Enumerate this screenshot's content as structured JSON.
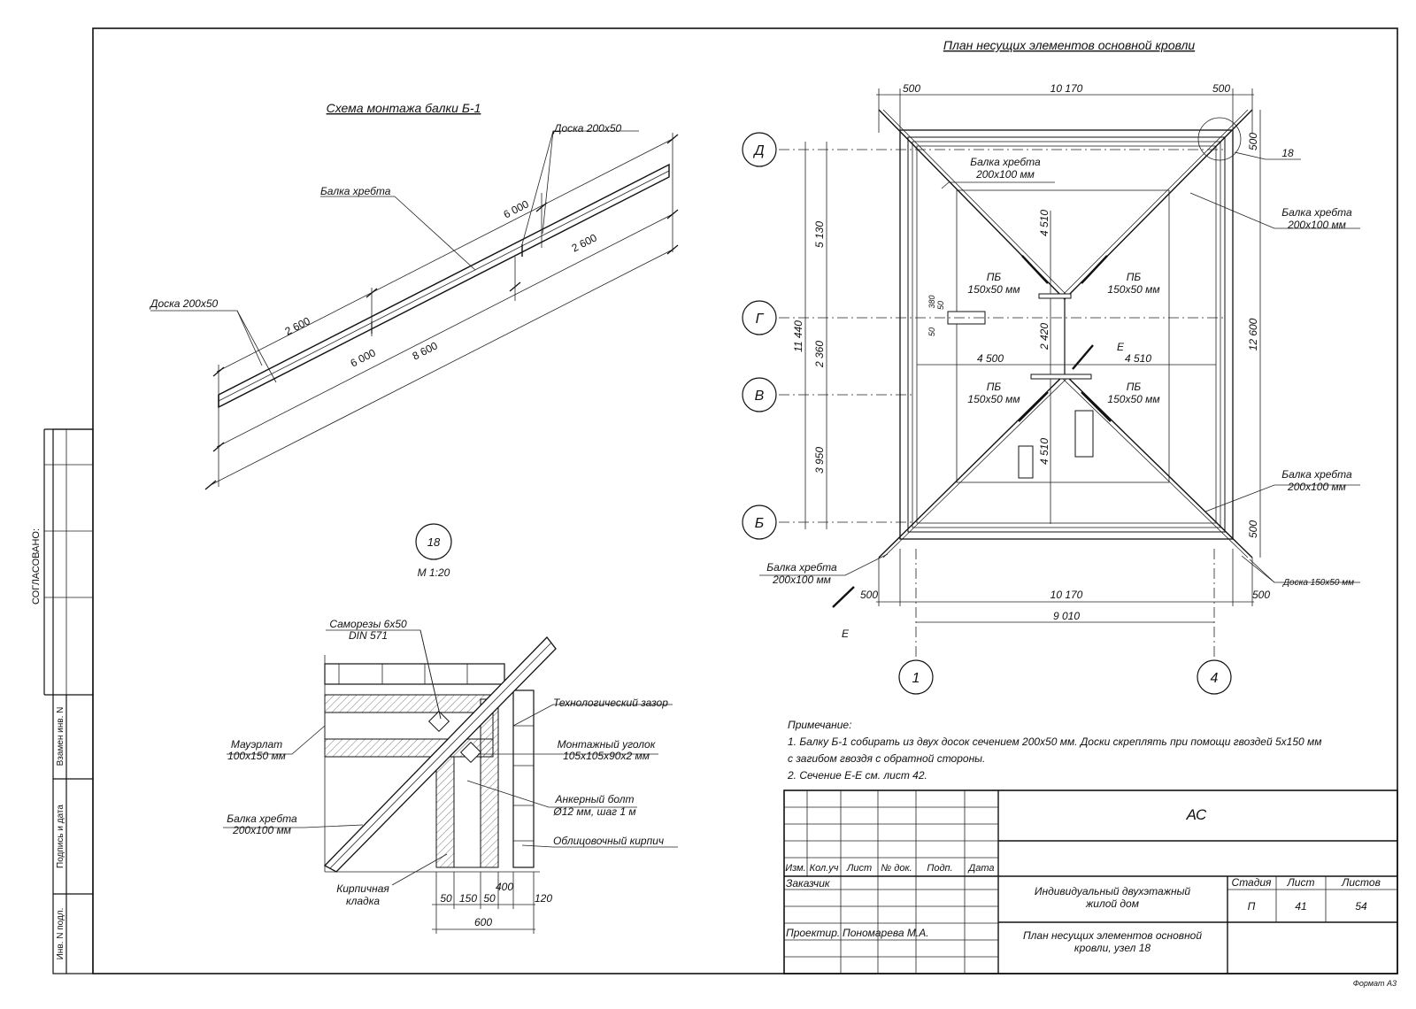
{
  "sidebar": {
    "agreed": "СОГЛАСОВАНО:",
    "replace_inv": "Взамен инв. N",
    "sign_date": "Подпись и дата",
    "inv_orig": "Инв. N подл."
  },
  "schema": {
    "title": "Схема монтажа балки Б-1",
    "board_top": "Доска 200х50",
    "board_left": "Доска 200х50",
    "ridge_beam": "Балка хребта",
    "dims": [
      "6 000",
      "2 600",
      "2 600",
      "6 000",
      "8 600"
    ]
  },
  "node": {
    "number": "18",
    "scale": "М 1:20",
    "screws_1": "Саморезы 6х50",
    "screws_2": "DIN 571",
    "gap": "Технологический зазор",
    "angle_1": "Монтажный уголок",
    "angle_2": "105х105х90х2 мм",
    "mauerlat_1": "Мауэрлат",
    "mauerlat_2": "100х150 мм",
    "anchor_1": "Анкерный болт",
    "anchor_2": "Ø12 мм, шаг 1 м",
    "beam_1": "Балка хребта",
    "beam_2": "200х100 мм",
    "facing": "Облицовочный кирпич",
    "masonry_1": "Кирпичная",
    "masonry_2": "кладка",
    "dims": [
      "50",
      "150",
      "50",
      "400",
      "120",
      "600"
    ]
  },
  "plan": {
    "title": "План несущих элементов основной кровли",
    "axes_rows": [
      "Д",
      "Г",
      "В",
      "Б"
    ],
    "axes_cols": [
      "1",
      "4"
    ],
    "top_dims": [
      "500",
      "10 170",
      "500"
    ],
    "bottom_dims": [
      "500",
      "10 170",
      "500"
    ],
    "bottom_dim2": "9 010",
    "left_dims": [
      "5 130",
      "11 440",
      "2 360",
      "3 950"
    ],
    "right_dims": [
      "500",
      "12 600",
      "500"
    ],
    "inner_dims": [
      "4 510",
      "2 420",
      "4 510",
      "4 500",
      "4 510"
    ],
    "small_dims": [
      "380",
      "50",
      "50"
    ],
    "node_ref": "18",
    "section": "Е",
    "beam_label_1": "Балка хребта",
    "beam_label_2": "200х100 мм",
    "pb_label_1": "ПБ",
    "pb_label_2": "150х50 мм",
    "board_label": "Доска 150х50 мм"
  },
  "notes": {
    "heading": "Примечание:",
    "line1": "1. Балку Б-1 собирать из двух досок сечением 200х50 мм. Доски скреплять при помощи гвоздей 5х150 мм",
    "line2": "с загибом гвоздя с обратной стороны.",
    "line3": "2. Сечение Е-Е см. лист 42."
  },
  "title_block": {
    "code": "АС",
    "headers": [
      "Изм.",
      "Кол.уч",
      "Лист",
      "№ док.",
      "Подп.",
      "Дата"
    ],
    "customer": "Заказчик",
    "designer_role": "Проектир.",
    "designer_name": "Пономарева М.А.",
    "project_1": "Индивидуальный двухэтажный",
    "project_2": "жилой дом",
    "sheet_title_1": "План несущих элементов основной",
    "sheet_title_2": "кровли, узел 18",
    "stage_label": "Стадия",
    "sheet_label": "Лист",
    "sheets_label": "Листов",
    "stage": "П",
    "sheet": "41",
    "sheets": "54",
    "format": "Формат А3"
  }
}
